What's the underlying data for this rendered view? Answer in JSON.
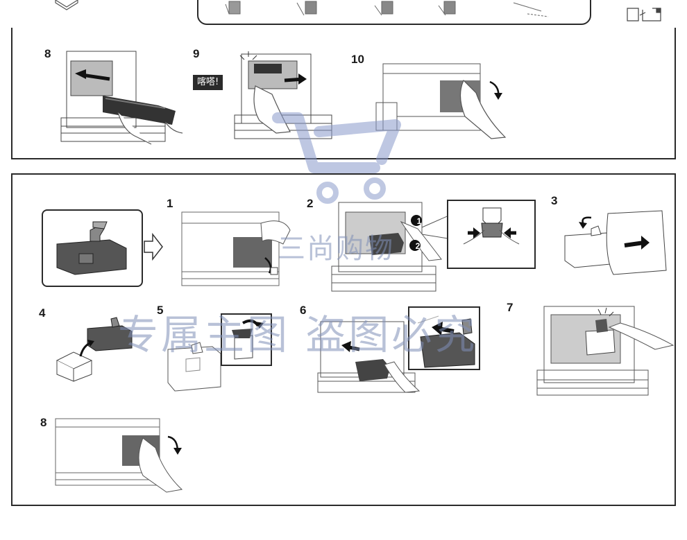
{
  "top_panel": {
    "steps": [
      {
        "num": "8"
      },
      {
        "num": "9",
        "sound": "喀嗒!"
      },
      {
        "num": "10"
      }
    ]
  },
  "bottom_panel": {
    "steps": [
      {
        "num": "1"
      },
      {
        "num": "2",
        "callouts": [
          "1",
          "2"
        ]
      },
      {
        "num": "3"
      },
      {
        "num": "4"
      },
      {
        "num": "5"
      },
      {
        "num": "6"
      },
      {
        "num": "7"
      },
      {
        "num": "8"
      }
    ]
  },
  "watermark": {
    "line1": "三尚购物",
    "line2": "专属主图  盗图必究"
  }
}
